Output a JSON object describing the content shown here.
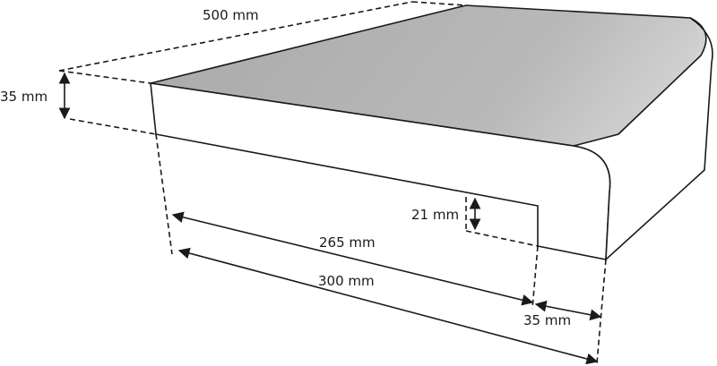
{
  "dimensions": {
    "length": "500 mm",
    "thickness": "35 mm",
    "step_height": "21 mm",
    "inner_depth": "265 mm",
    "total_depth": "300 mm",
    "nose": "35 mm"
  },
  "colors": {
    "top_surface": "#b5b5b5",
    "nose_light": "#e6e6e6",
    "front_face": "#ffffff",
    "line": "#1a1a1a"
  }
}
